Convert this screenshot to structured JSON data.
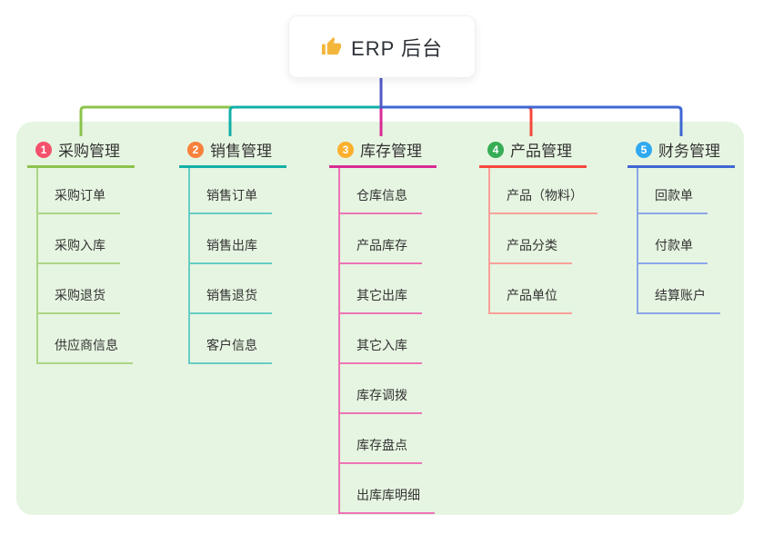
{
  "root": {
    "label": "ERP 后台",
    "icon": "thumbs-up-icon",
    "icon_color": "#f2b63a"
  },
  "branches": [
    {
      "index": "1",
      "label": "采购管理",
      "badge_color": "#f4516c",
      "line_color": "#8cc34c",
      "child_line_color": "#abd585",
      "children": [
        "采购订单",
        "采购入库",
        "采购退货",
        "供应商信息"
      ]
    },
    {
      "index": "2",
      "label": "销售管理",
      "badge_color": "#f8813c",
      "line_color": "#13b0a8",
      "child_line_color": "#66cdc4",
      "children": [
        "销售订单",
        "销售出库",
        "销售退货",
        "客户信息"
      ]
    },
    {
      "index": "3",
      "label": "库存管理",
      "badge_color": "#fcb02e",
      "line_color": "#d82b93",
      "child_line_color": "#ec74b6",
      "children": [
        "仓库信息",
        "产品库存",
        "其它出库",
        "其它入库",
        "库存调拨",
        "库存盘点",
        "出库库明细"
      ]
    },
    {
      "index": "4",
      "label": "产品管理",
      "badge_color": "#36ad55",
      "line_color": "#f4493c",
      "child_line_color": "#f8a09a",
      "children": [
        "产品（物料）",
        "产品分类",
        "产品单位"
      ]
    },
    {
      "index": "5",
      "label": "财务管理",
      "badge_color": "#2fa9f0",
      "line_color": "#3f66d4",
      "child_line_color": "#8ca6e8",
      "children": [
        "回款单",
        "付款单",
        "结算账户"
      ]
    }
  ],
  "colors": {
    "panel_bg": "#e6f5e1",
    "stem": "#4f5ac7",
    "text": "#333333"
  }
}
